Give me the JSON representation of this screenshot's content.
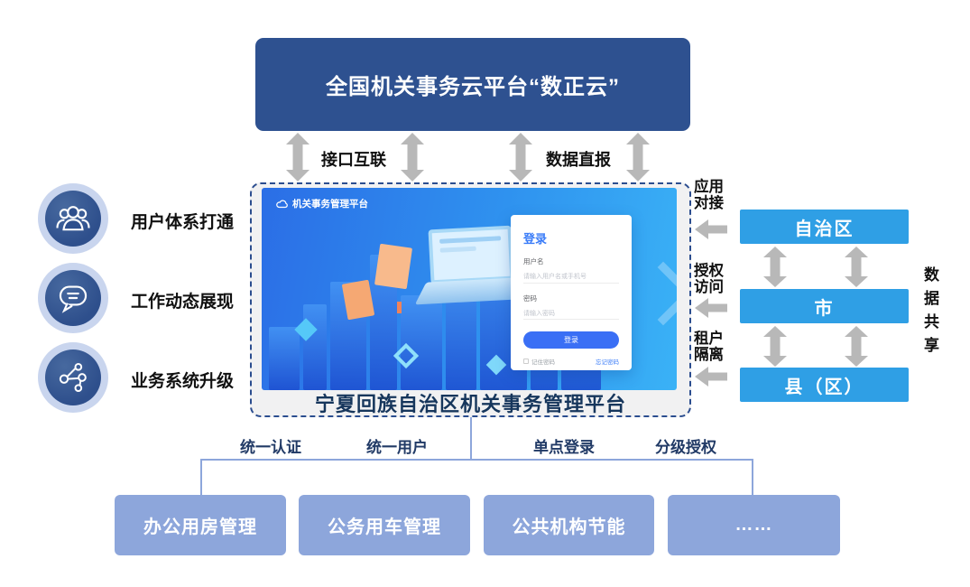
{
  "top_banner": {
    "title": "全国机关事务云平台“数正云”"
  },
  "sync_arrows": {
    "left_label": "接口互联",
    "right_label": "数据直报"
  },
  "features": [
    {
      "icon": "users-icon",
      "label": "用户体系打通"
    },
    {
      "icon": "chat-icon",
      "label": "工作动态展现"
    },
    {
      "icon": "network-icon",
      "label": "业务系统升级"
    }
  ],
  "platform": {
    "screenshot": {
      "logo": "机关事务管理平台",
      "login": {
        "title": "登录",
        "username_label": "用户名",
        "username_placeholder": "请输入用户名或手机号",
        "password_label": "密码",
        "password_placeholder": "请输入密码",
        "submit_label": "登录",
        "remember_label": "记住密码",
        "forgot_label": "忘记密码"
      }
    },
    "caption": "宁夏回族自治区机关事务管理平台"
  },
  "right_links": [
    "应用\n对接",
    "授权\n访问",
    "租户\n隔离"
  ],
  "regions": [
    "自治区",
    "市",
    "县（区）"
  ],
  "data_share_label": "数据共享",
  "sso_labels": [
    "统一认证",
    "统一用户",
    "单点登录",
    "分级授权"
  ],
  "modules": [
    "办公用房管理",
    "公务用车管理",
    "公共机构节能",
    "……"
  ],
  "colors": {
    "banner_navy": "#2e5190",
    "dashed_border": "#2b4d8f",
    "region_blue": "#2f9fe5",
    "module_periwinkle": "#8da6db",
    "arrow_gray": "#b8b8b8",
    "login_accent": "#3a7cf8",
    "caption_navy": "#16365c"
  }
}
